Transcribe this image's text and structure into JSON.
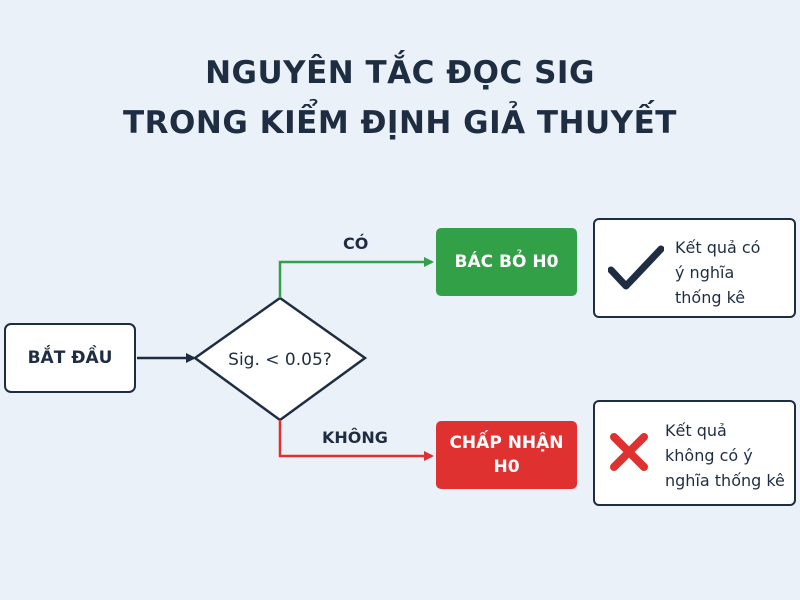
{
  "title": {
    "line1": "NGUYÊN TẮC ĐỌC SIG",
    "line2": "TRONG KIỂM ĐỊNH GIẢ THUYẾT"
  },
  "nodes": {
    "start": "BẮT ĐẦU",
    "decision": "Sig. < 0.05?",
    "reject_h0": "BÁC BỎ H0",
    "accept_h0_line1": "CHẤP NHẬN",
    "accept_h0_line2": "H0",
    "yes_result": [
      "Kết quả có",
      "ý nghĩa",
      "thống kê"
    ],
    "no_result": [
      "Kết quả",
      "không có ý",
      "nghĩa thống kê"
    ]
  },
  "edges": {
    "yes_label": "CÓ",
    "no_label": "KHÔNG"
  },
  "icons": {
    "yes_result": "checkmark-icon",
    "no_result": "cross-icon"
  },
  "colors": {
    "background": "#eaf1f8",
    "navy": "#1f2d42",
    "green": "#32a046",
    "red": "#e03131"
  }
}
